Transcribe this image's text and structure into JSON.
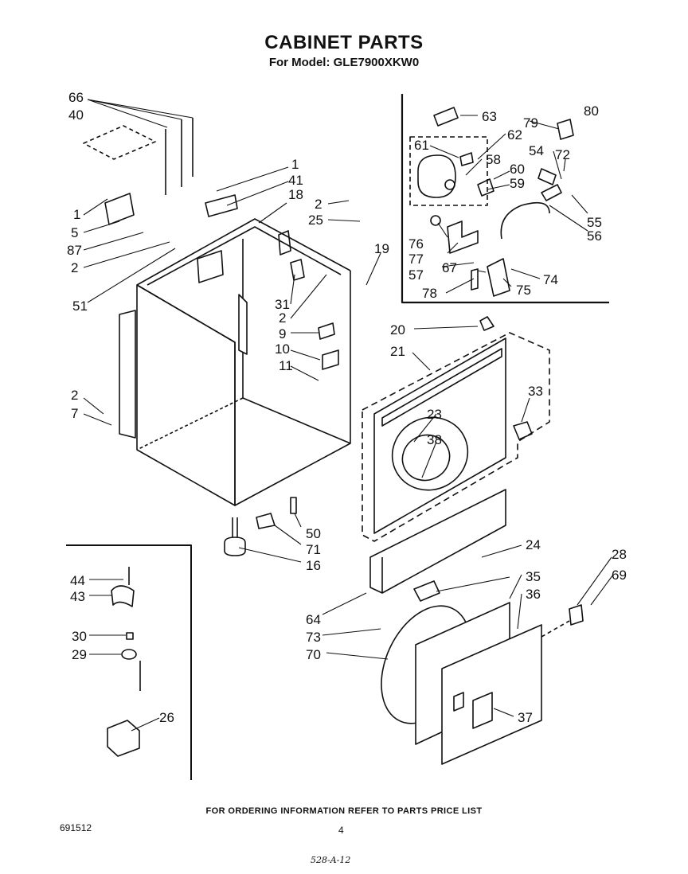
{
  "header": {
    "title": "CABINET PARTS",
    "subtitle": "For Model: GLE7900XKW0"
  },
  "callouts": [
    "66",
    "40",
    "1",
    "41",
    "18",
    "2",
    "25",
    "19",
    "1",
    "5",
    "87",
    "2",
    "51",
    "31",
    "2",
    "9",
    "10",
    "11",
    "2",
    "7",
    "50",
    "71",
    "16",
    "63",
    "80",
    "79",
    "62",
    "61",
    "58",
    "54",
    "72",
    "60",
    "59",
    "55",
    "56",
    "76",
    "77",
    "57",
    "67",
    "74",
    "78",
    "75",
    "20",
    "21",
    "33",
    "23",
    "38",
    "24",
    "28",
    "69",
    "44",
    "43",
    "30",
    "29",
    "26",
    "64",
    "73",
    "70",
    "35",
    "36",
    "37"
  ],
  "footer": {
    "ordering_note": "FOR ORDERING INFORMATION REFER TO PARTS PRICE LIST",
    "document_number": "691512",
    "page_number": "4",
    "handwritten_note": "528-A-12"
  }
}
